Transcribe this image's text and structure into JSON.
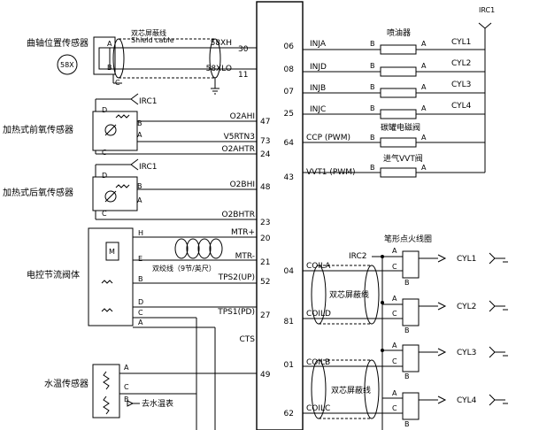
{
  "ecu_pins": {
    "p30": "30",
    "p11": "11",
    "p47": "47",
    "p73": "73",
    "p24": "24",
    "p48": "48",
    "p23": "23",
    "p20": "20",
    "p21": "21",
    "p52": "52",
    "p27": "27",
    "p49": "49",
    "r06": "06",
    "r08": "08",
    "r07": "07",
    "r25": "25",
    "r64": "64",
    "r43": "43",
    "r04": "04",
    "r81": "81",
    "r01": "01",
    "r62": "62"
  },
  "ecu_signals": {
    "s58XH": "58XH",
    "s58XL": "58XLO",
    "sO2AH": "O2AHI",
    "sV5RTN3": "V5RTN3",
    "sO2AHTR": "O2AHTR",
    "sO2BH": "O2BHI",
    "sO2BHTR": "O2BHTR",
    "sMTRp": "MTR+",
    "sMTRm": "MTR-",
    "sTPS2": "TPS2(UP)",
    "sTPS1": "TPS1(PD)",
    "sCTS": "CTS",
    "sINJA": "INJA",
    "sINJD": "INJD",
    "sINJB": "INJB",
    "sINJC": "INJC",
    "sCCP": "CCP (PWM)",
    "sVVT1": "VVT1 (PWM)",
    "sCOILA": "COILA",
    "sCOILD": "COILD",
    "sCOILB": "COILB",
    "sCOILC": "COILC"
  },
  "components": {
    "crank_sensor": "曲轴位置传感器",
    "crank_badge": "58X",
    "front_o2": "加热式前氧传感器",
    "rear_o2": "加热式后氧传感器",
    "throttle": "电控节流阀体",
    "coolant": "水温传感器",
    "to_gauge": "去水温表",
    "injector": "喷油器",
    "canister": "碳罐电磁阀",
    "vvt": "进气VVT阀",
    "coil_title": "笔形点火线圈"
  },
  "cables": {
    "shield_cn": "双芯屏蔽线",
    "shield_en": "Shield cable",
    "twisted": "双绞线（9节/英尺）",
    "coil_shield1": "双芯屏蔽线",
    "coil_shield2": "双芯屏蔽线"
  },
  "labels": {
    "irc1_top": "IRC1",
    "irc1_front": "IRC1",
    "irc1_rear": "IRC1",
    "irc2": "IRC2",
    "cyl1": "CYL1",
    "cyl2": "CYL2",
    "cyl3": "CYL3",
    "cyl4": "CYL4",
    "ign_cyl1": "CYL1",
    "ign_cyl2": "CYL2",
    "ign_cyl3": "CYL3",
    "ign_cyl4": "CYL4",
    "A": "A",
    "B": "B",
    "C": "C",
    "D": "D",
    "E": "E",
    "H": "H"
  }
}
